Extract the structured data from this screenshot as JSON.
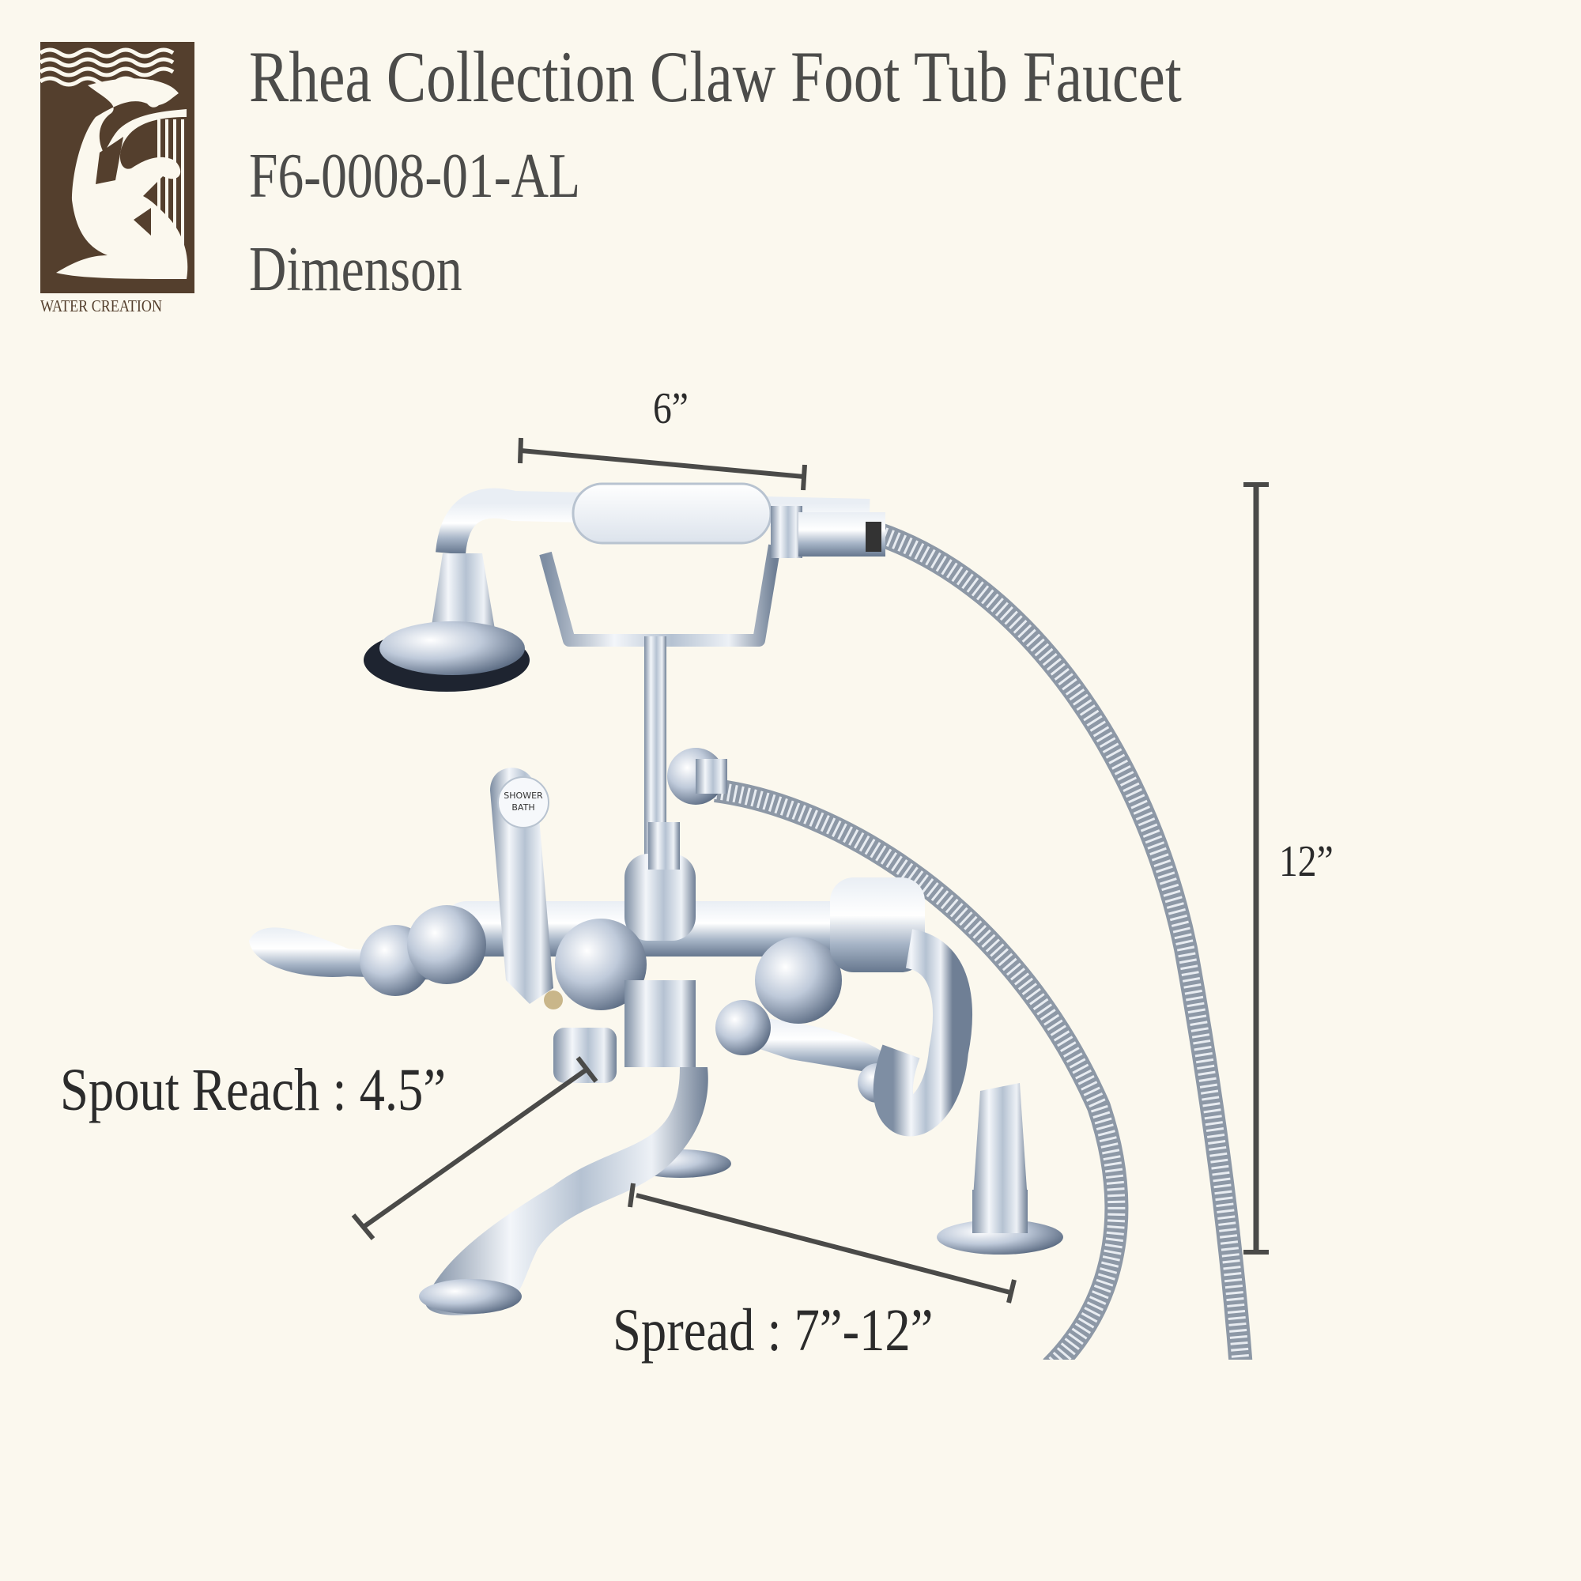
{
  "brand": {
    "name": "WATER CREATION",
    "logo_icon": "kneeling-figure-harp-waves-logo-icon",
    "logo_bg": "#543F2D",
    "logo_fg": "#FBF8EE"
  },
  "header": {
    "title": "Rhea Collection Claw Foot Tub Faucet",
    "sku": "F6-0008-01-AL",
    "subtitle": "Dimenson"
  },
  "product": {
    "image_icon": "chrome-clawfoot-tub-faucet-with-handshower-icon",
    "diverter_label": [
      "SHOWER",
      "BATH"
    ]
  },
  "dimensions": {
    "handshower_length": "6”",
    "overall_height": "12”",
    "spout_reach": "Spout Reach : 4.5”",
    "spread": "Spread : 7”-12”"
  },
  "colors": {
    "background": "#FBF8EE",
    "text": "#4A4A48",
    "dimension_line": "#4A4A48",
    "chrome_light": "#E8EDF3",
    "chrome_mid": "#A9B6C6",
    "chrome_dark": "#5E6E84"
  }
}
